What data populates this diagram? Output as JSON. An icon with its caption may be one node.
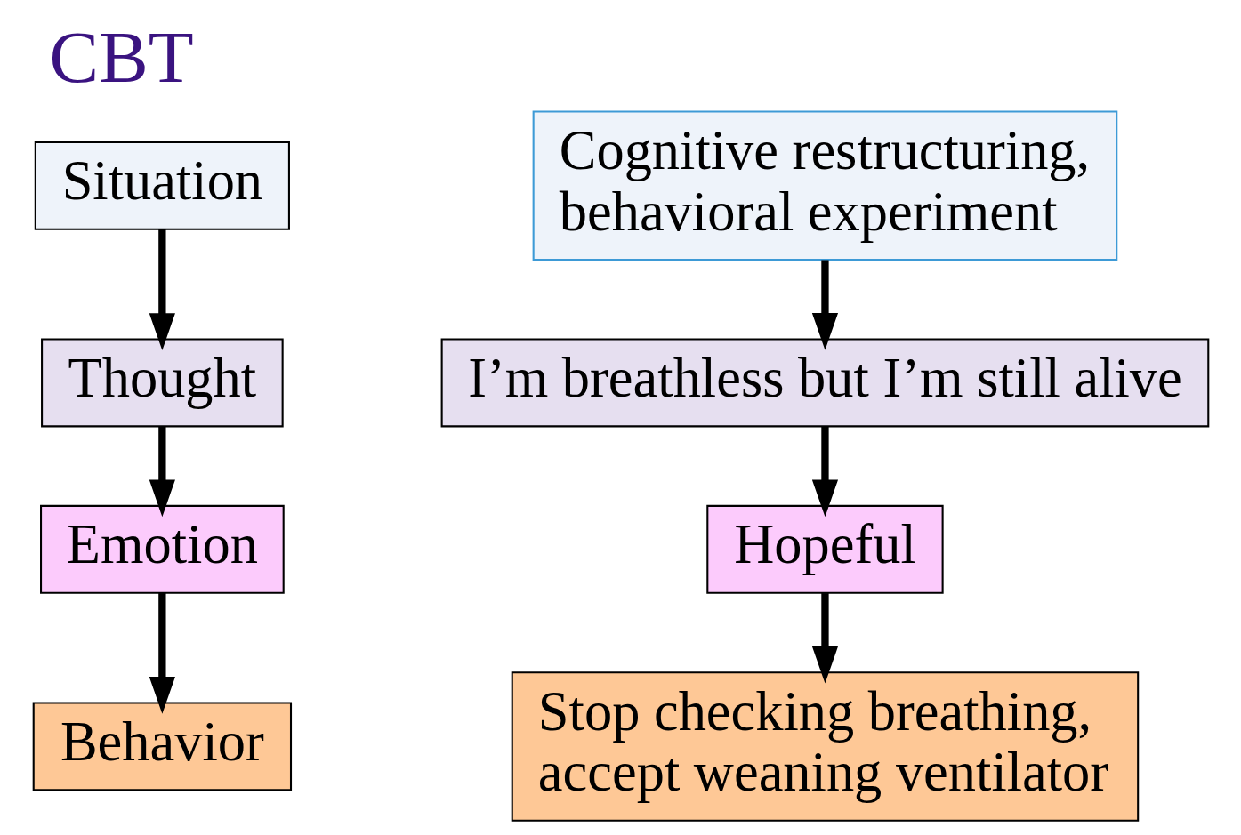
{
  "diagram": {
    "title": "CBT",
    "nodes": [
      {
        "text": [
          "Situation"
        ]
      },
      {
        "text": [
          "Thought"
        ]
      },
      {
        "text": [
          "Emotion"
        ]
      },
      {
        "text": [
          "Behavior"
        ]
      },
      {
        "text": [
          "Cognitive restructuring, behavioral experiment"
        ]
      },
      {
        "text": [
          "I’m breathless but I’m still alive"
        ]
      },
      {
        "text": [
          "Hopeful"
        ]
      },
      {
        "text": [
          "Stop checking breathing, accept weaning ventilator"
        ]
      }
    ],
    "edges": [
      {
        "from": 0,
        "to": 1,
        "arrow": "to"
      },
      {
        "from": 1,
        "to": 2,
        "arrow": "to"
      },
      {
        "from": 2,
        "to": 3,
        "arrow": "to"
      },
      {
        "from": 4,
        "to": 5,
        "arrow": "to"
      },
      {
        "from": 5,
        "to": 6,
        "arrow": "to"
      },
      {
        "from": 6,
        "to": 7,
        "arrow": "to"
      }
    ]
  }
}
